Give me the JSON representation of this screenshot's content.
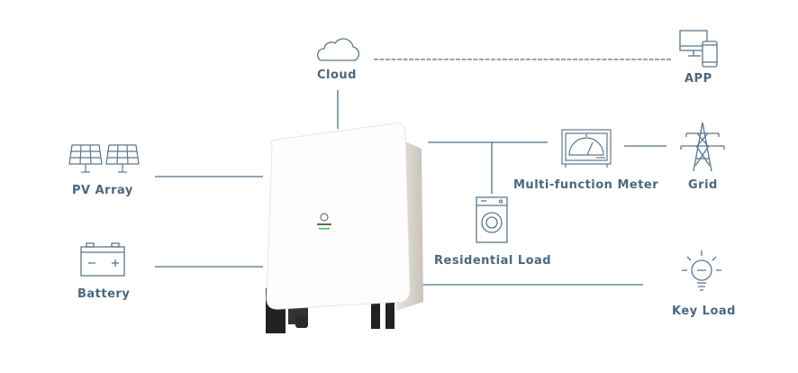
{
  "nodes": {
    "cloud": "Cloud",
    "app": "APP",
    "pv_array": "PV Array",
    "battery": "Battery",
    "meter": "Multi-function Meter",
    "grid": "Grid",
    "residential_load": "Residential Load",
    "key_load": "Key Load"
  },
  "colors": {
    "line": "#4f6f8c",
    "label": "#4b6782"
  }
}
